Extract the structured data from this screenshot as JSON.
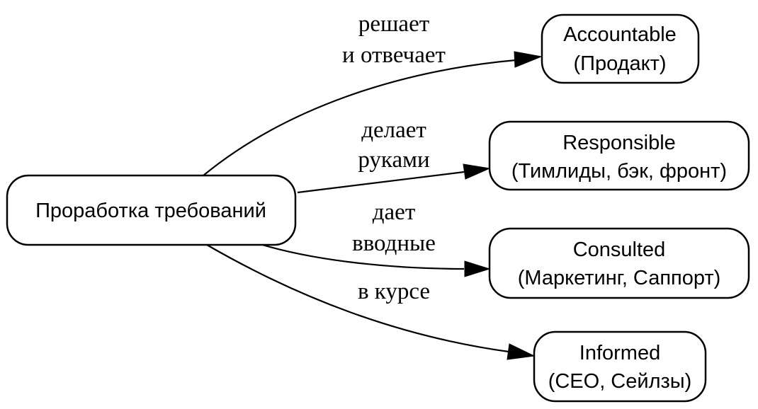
{
  "source": {
    "label": "Проработка требований"
  },
  "targets": [
    {
      "role": "Accountable",
      "who": "(Продакт)"
    },
    {
      "role": "Responsible",
      "who": "(Тимлиды, бэк, фронт)"
    },
    {
      "role": "Consulted",
      "who": "(Маркетинг, Саппорт)"
    },
    {
      "role": "Informed",
      "who": "(CEO, Сейлзы)"
    }
  ],
  "edges": [
    {
      "line1": "решает",
      "line2": "и отвечает"
    },
    {
      "line1": "делает",
      "line2": "руками"
    },
    {
      "line1": "дает",
      "line2": "вводные"
    },
    {
      "line1": "в курсе"
    }
  ]
}
